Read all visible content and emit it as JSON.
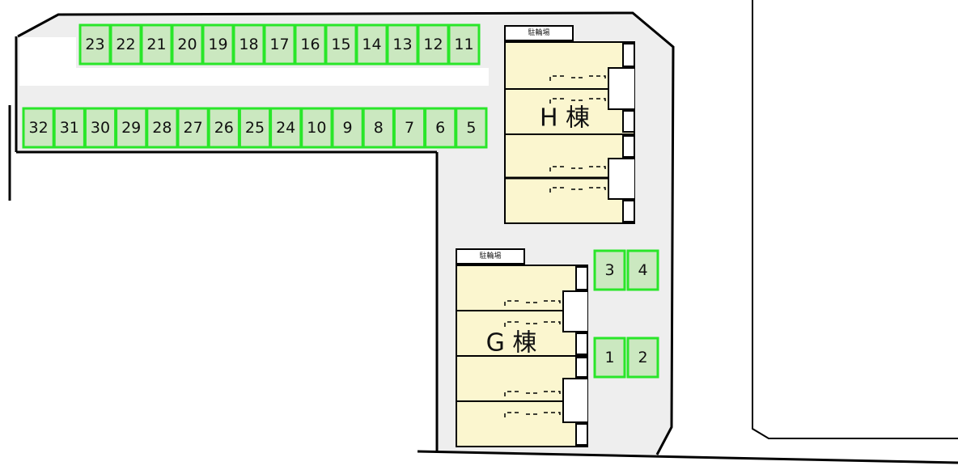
{
  "lot": {
    "colors": {
      "slot_fill": "#cbe8c0",
      "slot_border": "#29e629",
      "building_fill": "#fbf6cf",
      "ground_fill": "#eeeeee",
      "outline": "#000000"
    },
    "rows": {
      "top": [
        "23",
        "22",
        "21",
        "20",
        "19",
        "18",
        "17",
        "16",
        "15",
        "14",
        "13",
        "12",
        "11"
      ],
      "bottom": [
        "32",
        "31",
        "30",
        "29",
        "28",
        "27",
        "26",
        "25",
        "24",
        "10",
        "9",
        "8",
        "7",
        "6",
        "5"
      ],
      "side_upper": [
        "3",
        "4"
      ],
      "side_lower": [
        "1",
        "2"
      ]
    }
  },
  "buildings": {
    "h": {
      "label": "H 棟",
      "bike_parking": "駐輪場"
    },
    "g": {
      "label": "G 棟",
      "bike_parking": "駐輪場"
    }
  }
}
